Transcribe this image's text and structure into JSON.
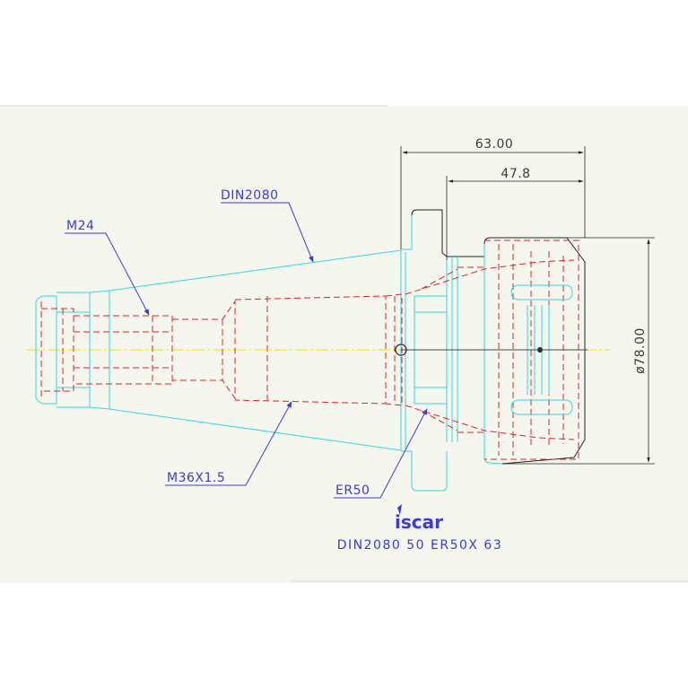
{
  "labels": {
    "din2080": "DIN2080",
    "m24": "M24",
    "m36": "M36X1.5",
    "er50": "ER50"
  },
  "dimensions": {
    "length_total": "63.00",
    "length_nut": "47.8",
    "diameter": "ø78.00"
  },
  "brand": {
    "logo_text": "iscar"
  },
  "caption": "DIN2080 50 ER50X 63",
  "colors": {
    "background": "#f5f7ee",
    "body_outline": "#33d6e6",
    "hidden_lines": "#e0202a",
    "annotation": "#3b3bd6",
    "centerline": "#f2e600",
    "dimension": "#222222"
  }
}
